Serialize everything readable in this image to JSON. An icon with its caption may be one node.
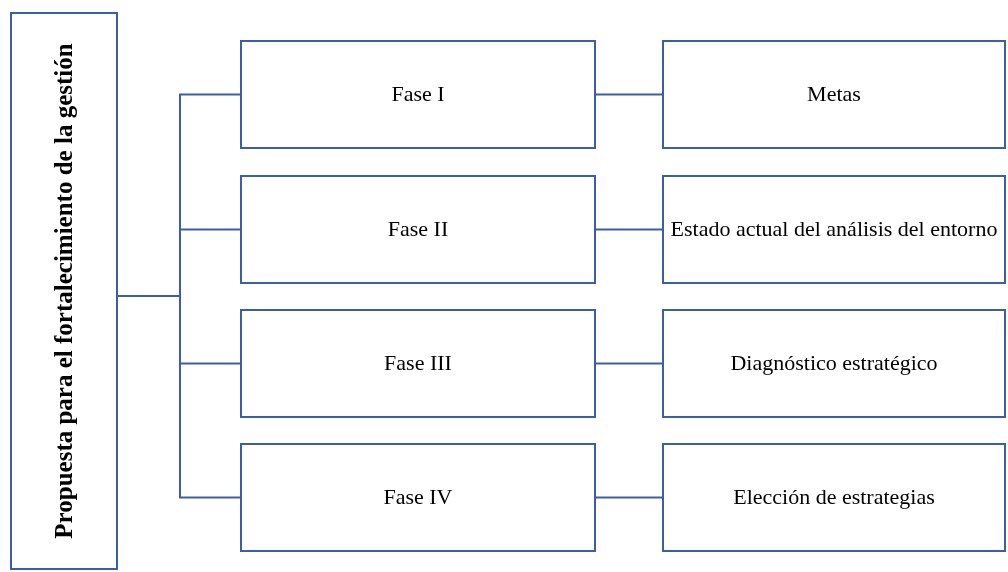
{
  "diagram": {
    "nodes": [
      {
        "text": [
          "Propuesta para el fortalecimiento de la gestión"
        ]
      },
      {
        "text": [
          "Fase I"
        ]
      },
      {
        "text": [
          "Fase II"
        ]
      },
      {
        "text": [
          "Fase III"
        ]
      },
      {
        "text": [
          "Fase IV"
        ]
      },
      {
        "text": [
          "Metas"
        ]
      },
      {
        "text": [
          "Estado actual del análisis del entorno"
        ]
      },
      {
        "text": [
          "Diagnóstico estratégico"
        ]
      },
      {
        "text": [
          "Elección de estrategias"
        ]
      }
    ],
    "edges": [
      {
        "from": 0,
        "to": 1,
        "arrow": "none"
      },
      {
        "from": 0,
        "to": 2,
        "arrow": "none"
      },
      {
        "from": 0,
        "to": 3,
        "arrow": "none"
      },
      {
        "from": 0,
        "to": 4,
        "arrow": "none"
      },
      {
        "from": 1,
        "to": 5,
        "arrow": "none"
      },
      {
        "from": 2,
        "to": 6,
        "arrow": "none"
      },
      {
        "from": 3,
        "to": 7,
        "arrow": "none"
      },
      {
        "from": 4,
        "to": 8,
        "arrow": "none"
      }
    ]
  }
}
